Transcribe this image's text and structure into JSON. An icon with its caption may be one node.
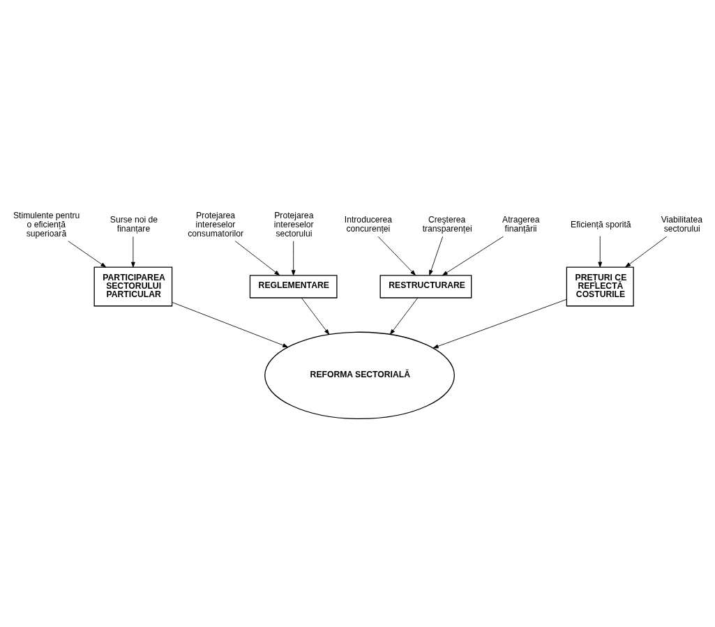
{
  "diagram": {
    "nodes": [
      {
        "text": [
          "Introducerea concurenței"
        ]
      },
      {
        "text": [
          "Creşterea transparenței"
        ]
      },
      {
        "text": [
          "Atragerea finanțării"
        ]
      },
      {
        "text": [
          "RESTRUCTURARE"
        ]
      },
      {
        "text": [
          "Stimulente pentru o eficiență superioară"
        ]
      },
      {
        "text": [
          "PARTICIPAREA SECTORULUI PARTICULAR"
        ]
      },
      {
        "text": [
          "Surse noi de finanțare"
        ]
      },
      {
        "text": [
          "REFORMA SECTORIALĂ"
        ]
      },
      {
        "text": [
          "Protejarea intereselor consumatorilor"
        ]
      },
      {
        "text": [
          "REGLEMENTARE"
        ]
      },
      {
        "text": [
          "Protejarea intereselor sectorului"
        ]
      },
      {
        "text": [
          "Eficiență sporită"
        ]
      },
      {
        "text": [
          "PREȚURI CE REFLECTĂ COSTURILE"
        ]
      },
      {
        "text": [
          "Viabilitatea sectorului"
        ]
      }
    ],
    "edges": [
      {
        "from": 0,
        "to": 3,
        "arrow": "to"
      },
      {
        "from": 1,
        "to": 3,
        "arrow": "to"
      },
      {
        "from": 2,
        "to": 3,
        "arrow": "to"
      },
      {
        "from": 4,
        "to": 5,
        "arrow": "to"
      },
      {
        "from": 6,
        "to": 5,
        "arrow": "to"
      },
      {
        "from": 3,
        "to": 7,
        "arrow": "to"
      },
      {
        "from": 5,
        "to": 7,
        "arrow": "to"
      },
      {
        "from": 8,
        "to": 9,
        "arrow": "to"
      },
      {
        "from": 10,
        "to": 9,
        "arrow": "to"
      },
      {
        "from": 9,
        "to": 7,
        "arrow": "to"
      },
      {
        "from": 11,
        "to": 12,
        "arrow": "to"
      },
      {
        "from": 13,
        "to": 12,
        "arrow": "to"
      },
      {
        "from": 12,
        "to": 7,
        "arrow": "to"
      }
    ]
  }
}
